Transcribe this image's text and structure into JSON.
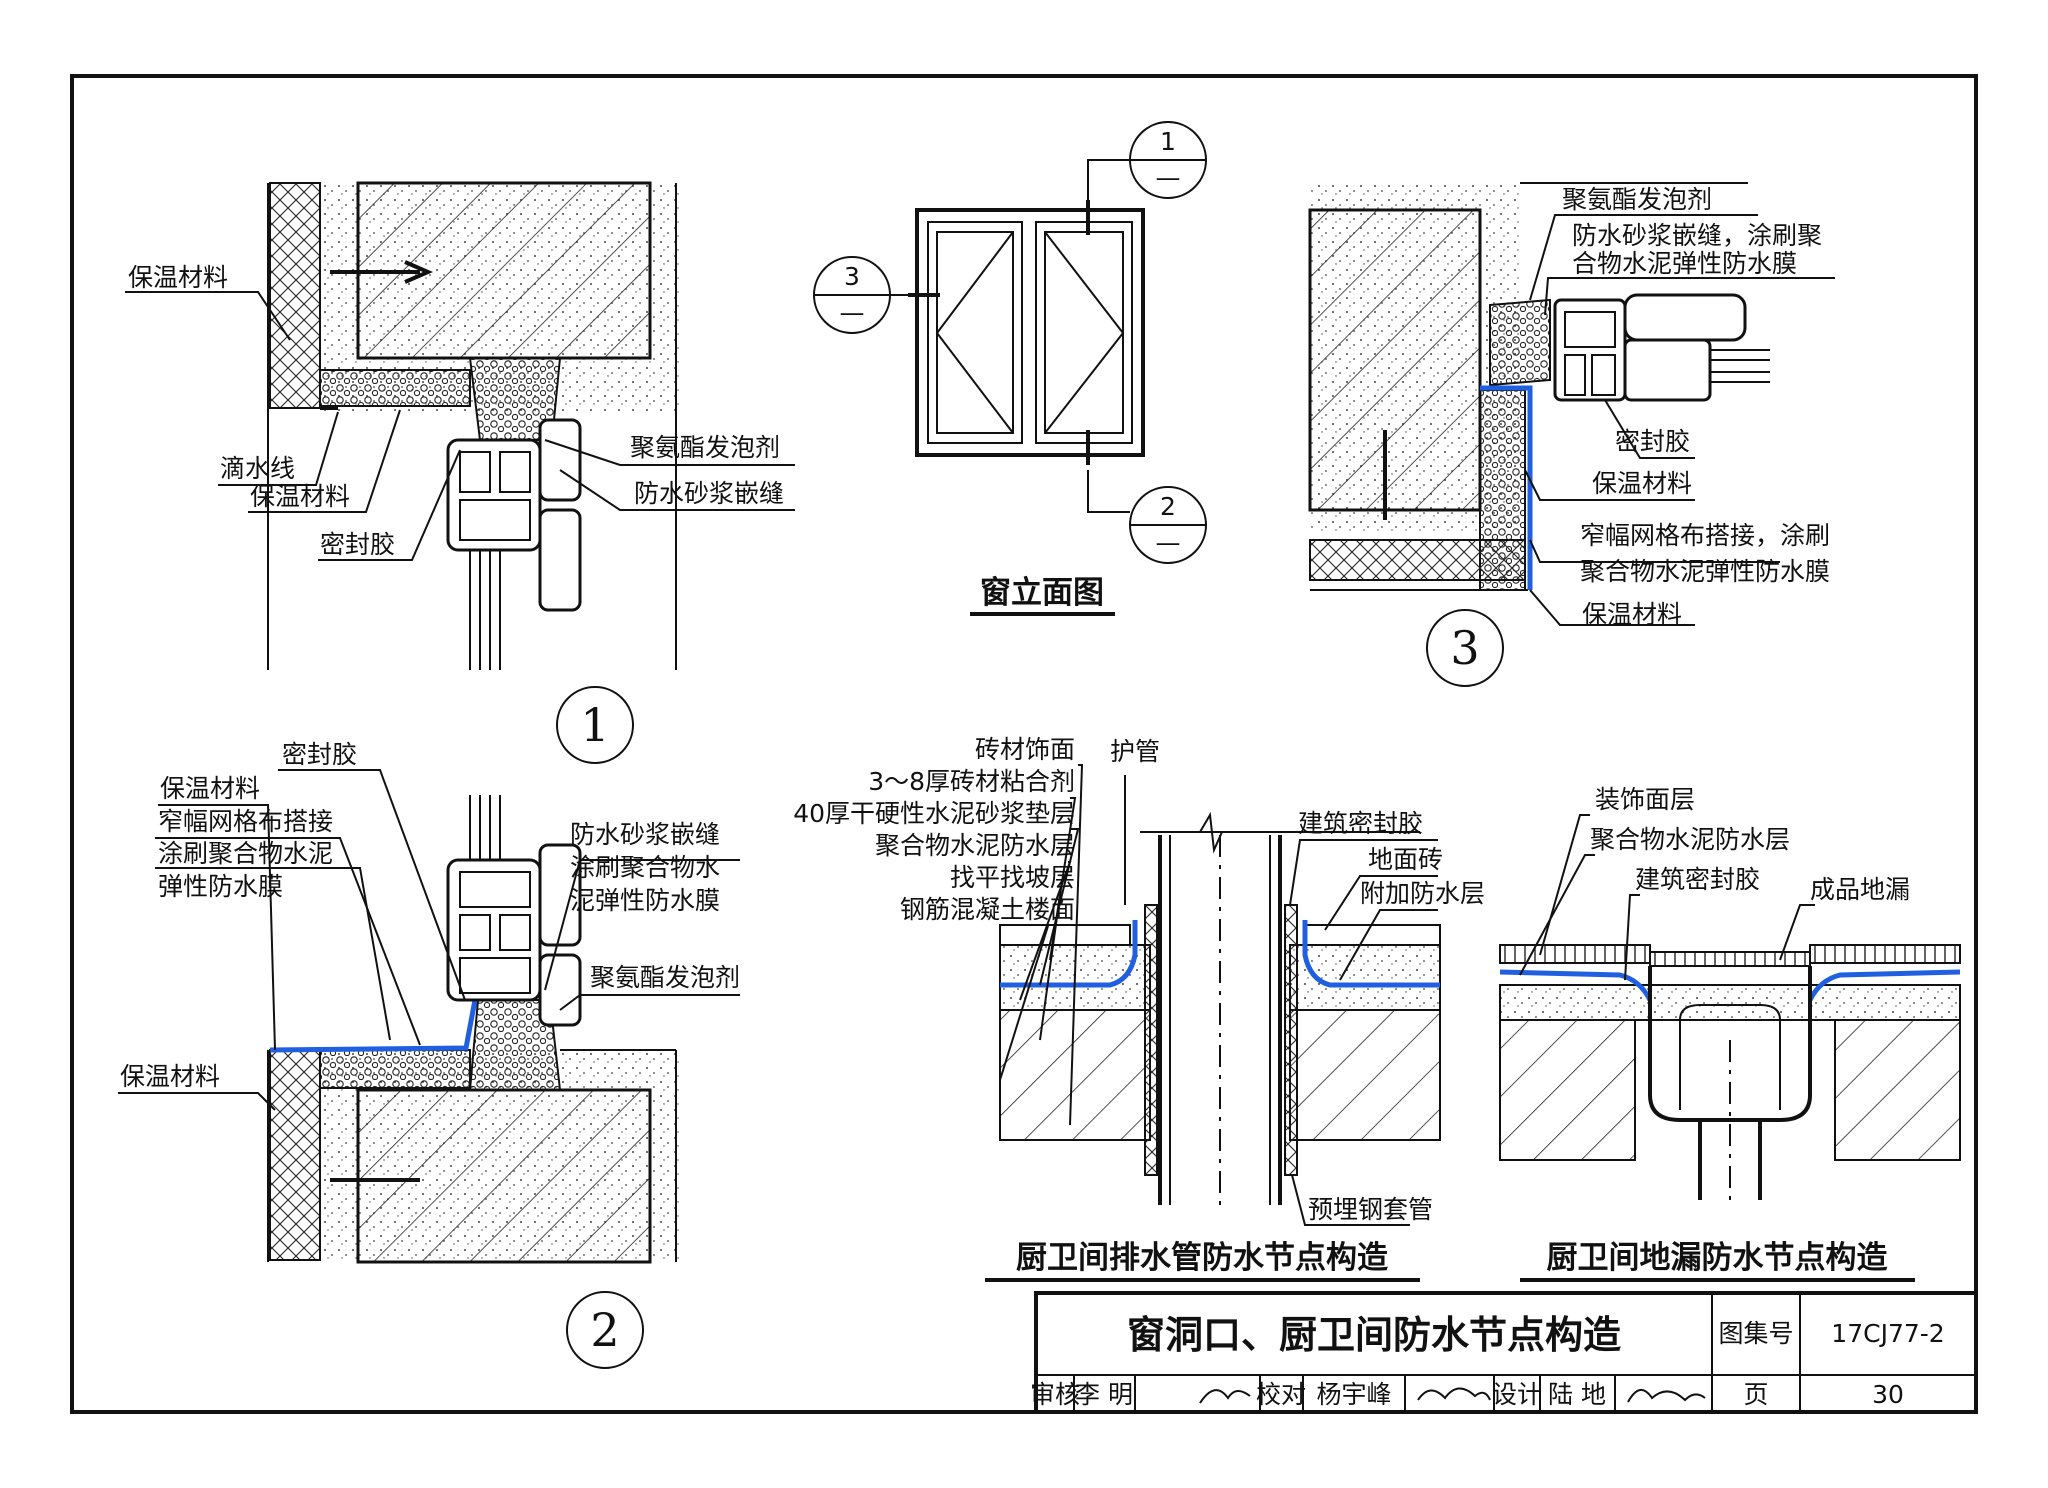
{
  "colors": {
    "line": "#111111",
    "waterproof": "#1f5fe0",
    "background": "#ffffff"
  },
  "elevation": {
    "title": "窗立面图",
    "markers": [
      {
        "num": "1",
        "sub": "—"
      },
      {
        "num": "2",
        "sub": "—"
      },
      {
        "num": "3",
        "sub": "—"
      }
    ]
  },
  "detail1": {
    "number": "1",
    "labels": [
      "保温材料",
      "滴水线",
      "保温材料",
      "密封胶",
      "聚氨酯发泡剂",
      "防水砂浆嵌缝"
    ]
  },
  "detail2": {
    "number": "2",
    "labels": [
      "密封胶",
      "保温材料",
      "窄幅网格布搭接",
      "涂刷聚合物水泥",
      "弹性防水膜",
      "保温材料",
      "防水砂浆嵌缝",
      "涂刷聚合物水",
      "泥弹性防水膜",
      "聚氨酯发泡剂"
    ]
  },
  "detail3": {
    "number": "3",
    "labels": [
      "聚氨酯发泡剂",
      "防水砂浆嵌缝，涂刷聚",
      "合物水泥弹性防水膜",
      "密封胶",
      "保温材料",
      "窄幅网格布搭接，涂刷",
      "聚合物水泥弹性防水膜",
      "保温材料"
    ]
  },
  "drain_pipe": {
    "title": "厨卫间排水管防水节点构造",
    "layers": [
      "砖材饰面",
      "3～8厚砖材粘合剂",
      "40厚干硬性水泥砂浆垫层",
      "聚合物水泥防水层",
      "找平找坡层",
      "钢筋混凝土楼面"
    ],
    "labels": [
      "护管",
      "建筑密封胶",
      "地面砖",
      "附加防水层",
      "预埋钢套管"
    ]
  },
  "floor_drain": {
    "title": "厨卫间地漏防水节点构造",
    "labels": [
      "装饰面层",
      "聚合物水泥防水层",
      "建筑密封胶",
      "成品地漏"
    ]
  },
  "title_block": {
    "drawing_title": "窗洞口、厨卫间防水节点构造",
    "atlas_label": "图集号",
    "atlas_no": "17CJ77-2",
    "review_label": "审核",
    "reviewer": "李  明",
    "check_label": "校对",
    "checker": "杨宇峰",
    "design_label": "设计",
    "designer": "陆  地",
    "page_label": "页",
    "page_no": "30"
  }
}
